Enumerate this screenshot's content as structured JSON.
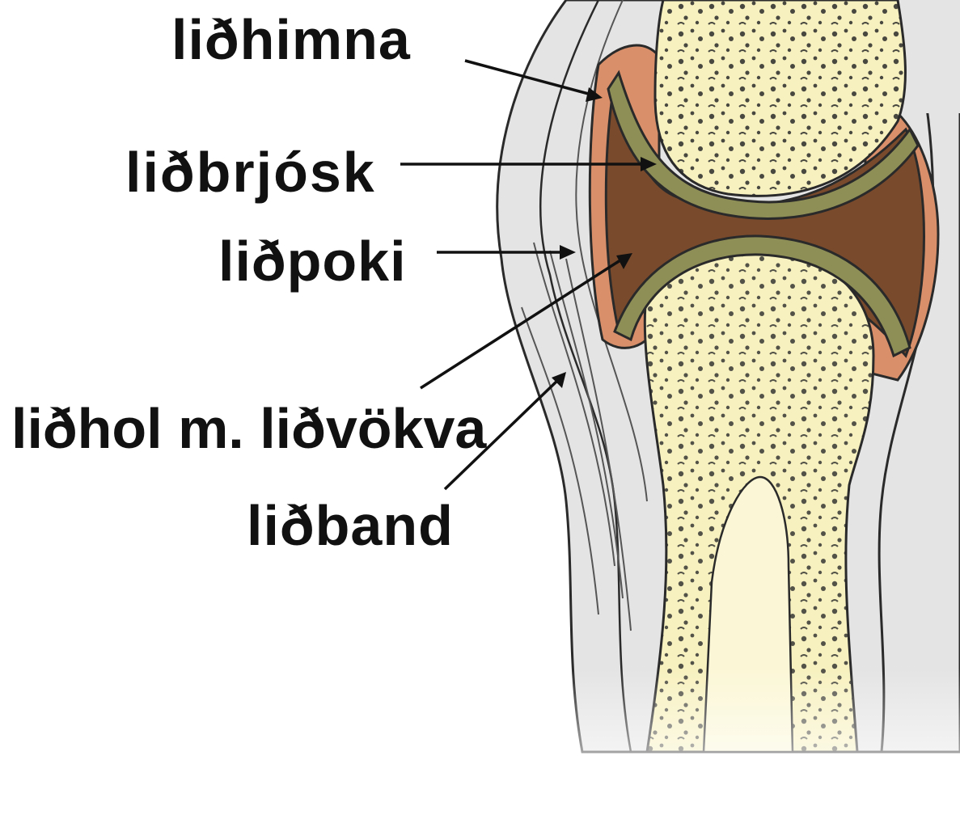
{
  "diagram": {
    "labels": {
      "synovial_membrane": "liðhimna",
      "articular_cartilage": "liðbrjósk",
      "joint_capsule": "liðpoki",
      "joint_cavity": "liðhol m. liðvökva",
      "ligament": "liðband"
    },
    "colors": {
      "bone": "#f7f1bf",
      "cartilage": "#8e8f57",
      "synovial_fluid": "#7a4a2c",
      "synovial_membrane": "#d9906a",
      "capsule": "#c9c9c9",
      "outline": "#2a2a2a"
    }
  }
}
